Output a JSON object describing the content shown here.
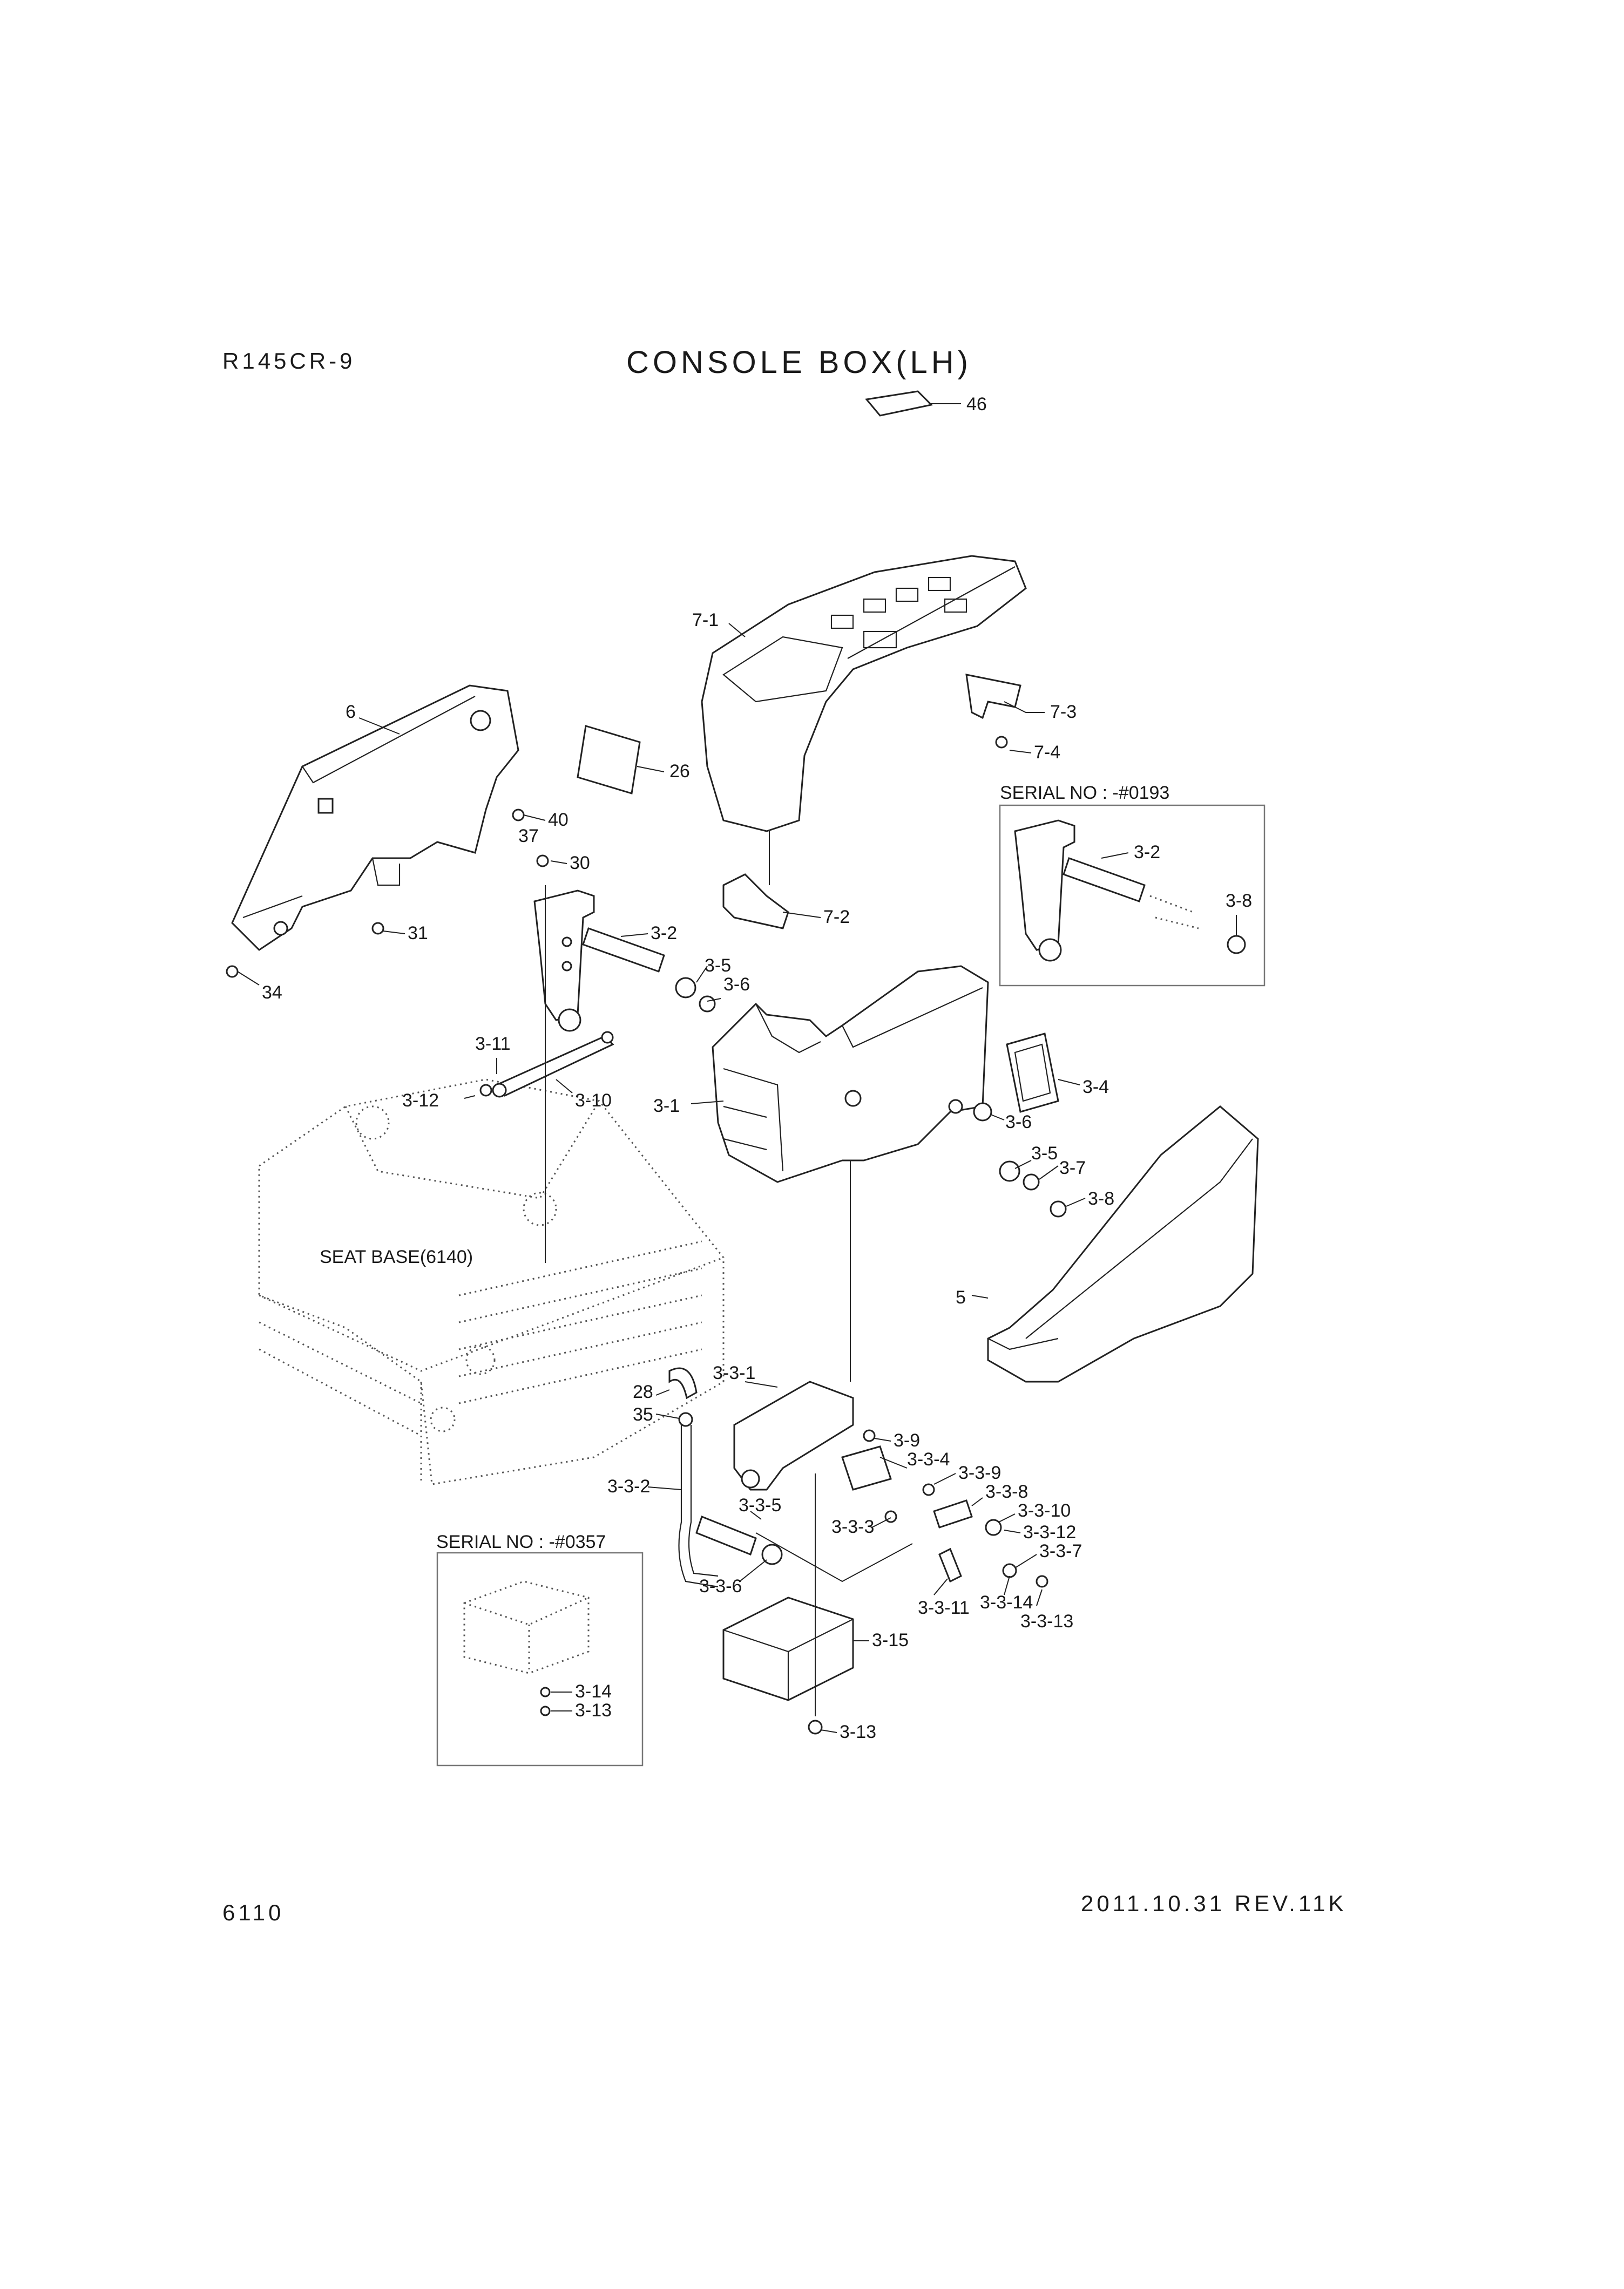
{
  "header": {
    "model": "R145CR-9",
    "title": "CONSOLE BOX(LH)"
  },
  "footer": {
    "page_number": "6110",
    "date_rev": "2011.10.31  REV.11K"
  },
  "inset_top": {
    "title": "SERIAL NO : -#0193",
    "labels": [
      "3-2",
      "3-8"
    ]
  },
  "inset_bottom": {
    "title": "SERIAL NO : -#0357",
    "labels": [
      "3-14",
      "3-13"
    ]
  },
  "seat_base": "SEAT BASE(6140)",
  "labels": {
    "p46": "46",
    "p7_1": "7-1",
    "p7_3": "7-3",
    "p7_4": "7-4",
    "p6": "6",
    "p26": "26",
    "p40": "40",
    "p37": "37",
    "p30": "30",
    "p31": "31",
    "p34": "34",
    "p3_2": "3-2",
    "p7_2": "7-2",
    "p3_5a": "3-5",
    "p3_6a": "3-6",
    "p3_11": "3-11",
    "p3_12": "3-12",
    "p3_10": "3-10",
    "p3_1": "3-1",
    "p3_4": "3-4",
    "p3_6b": "3-6",
    "p3_5b": "3-5",
    "p3_7": "3-7",
    "p3_8": "3-8",
    "p5": "5",
    "p28": "28",
    "p35": "35",
    "p3_3_1": "3-3-1",
    "p3_9": "3-9",
    "p3_3_4": "3-3-4",
    "p3_3_9": "3-3-9",
    "p3_3_8": "3-3-8",
    "p3_3_2": "3-3-2",
    "p3_3_5": "3-3-5",
    "p3_3_3": "3-3-3",
    "p3_3_10": "3-3-10",
    "p3_3_12": "3-3-12",
    "p3_3_7": "3-3-7",
    "p3_3_6": "3-3-6",
    "p3_3_11": "3-3-11",
    "p3_3_14": "3-3-14",
    "p3_3_13": "3-3-13",
    "p3_15": "3-15",
    "p3_13": "3-13"
  }
}
